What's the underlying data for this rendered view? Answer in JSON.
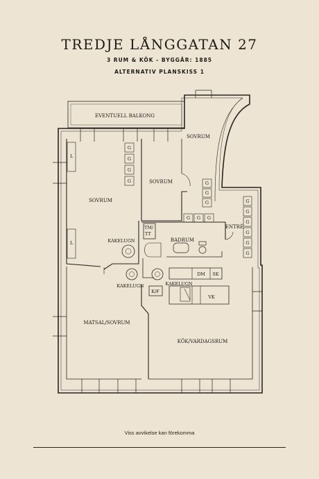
{
  "header": {
    "title": "TREDJE LÅNGGATAN 27",
    "subtitle": "3 RUM & KÖK  -  BYGGÅR: 1885",
    "plan_name": "ALTERNATIV PLANSKISS 1"
  },
  "rooms": {
    "balcony": "EVENTUELL BALKONG",
    "bedroom_left": "SOVRUM",
    "bedroom_middle": "SOVRUM",
    "bedroom_right": "SOVRUM",
    "bathroom": "BADRUM",
    "entrance": "ENTRÉ",
    "dining": "MATSAL/SOVRUM",
    "kitchen": "KÖK/VARDAGSRUM"
  },
  "fixtures": {
    "stove_top": "KAKELUGN",
    "stove_left": "KAKELUGN",
    "stove_right": "KAKELUGN",
    "tm": "TM/",
    "tt": "TT",
    "dm": "DM",
    "sk": "SK",
    "kf": "K/F",
    "vk": "VK",
    "wardrobe_l": "L",
    "wardrobe_g": "G"
  },
  "footer": {
    "note": "Viss avvikelse kan förekomma"
  }
}
